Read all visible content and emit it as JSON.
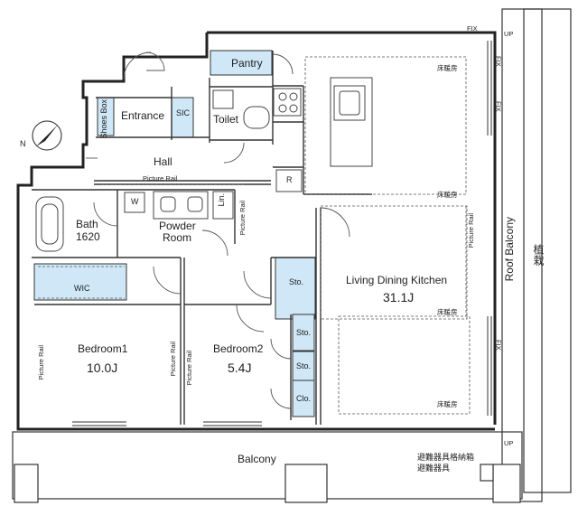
{
  "rooms": {
    "pantry": "Pantry",
    "entrance": "Entrance",
    "shoes_box": "Shoes Box",
    "sic": "SIC",
    "toilet": "Toilet",
    "hall": "Hall",
    "bath": "Bath",
    "bath_size": "1620",
    "powder_room": "Powder Room",
    "washer": "W",
    "linen": "Lin.",
    "wic": "WIC",
    "storage": "Sto.",
    "closet": "Clo.",
    "refrigerator": "R",
    "bedroom1": "Bedroom1",
    "bedroom1_size": "10.0J",
    "bedroom2": "Bedroom2",
    "bedroom2_size": "5.4J",
    "ldk": "Living Dining Kitchen",
    "ldk_size": "31.1J",
    "balcony": "Balcony",
    "roof_balcony": "Roof Balcony",
    "planting": "植栽"
  },
  "annotations": {
    "picture_rail": "Picture Rail",
    "floor_heating": "床暖房",
    "fix": "FIX",
    "up": "UP",
    "evac_box": "避難器具格納箱",
    "evac_device": "避難器具",
    "north": "N"
  },
  "colors": {
    "storage_fill": "#cfe7f7",
    "wall": "#222222"
  }
}
